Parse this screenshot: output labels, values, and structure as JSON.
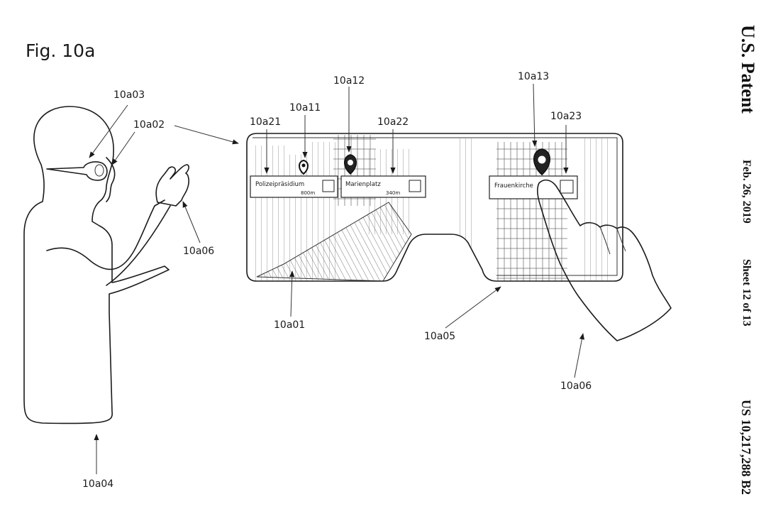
{
  "figure": {
    "title": "Fig. 10a"
  },
  "header": {
    "publication": "U.S. Patent",
    "date": "Feb. 26, 2019",
    "sheet": "Sheet 12 of 13",
    "patent_number": "US 10,217,288 B2"
  },
  "references": {
    "glasses_display": "10a01",
    "camera": "10a02",
    "eye": "10a03",
    "user": "10a04",
    "glasses_frame": "10a05",
    "hand_left": "10a06",
    "hand_right": "10a06",
    "marker_polizei": "10a11",
    "marker_marien": "10a12",
    "marker_frauen": "10a13",
    "label_polizei": "10a21",
    "label_marien": "10a22",
    "label_frauen": "10a23"
  },
  "poi_labels": [
    {
      "name": "Polizeipräsidium",
      "distance": "800m"
    },
    {
      "name": "Marienplatz",
      "distance": "340m"
    },
    {
      "name": "Frauenkirche",
      "distance": ""
    }
  ]
}
